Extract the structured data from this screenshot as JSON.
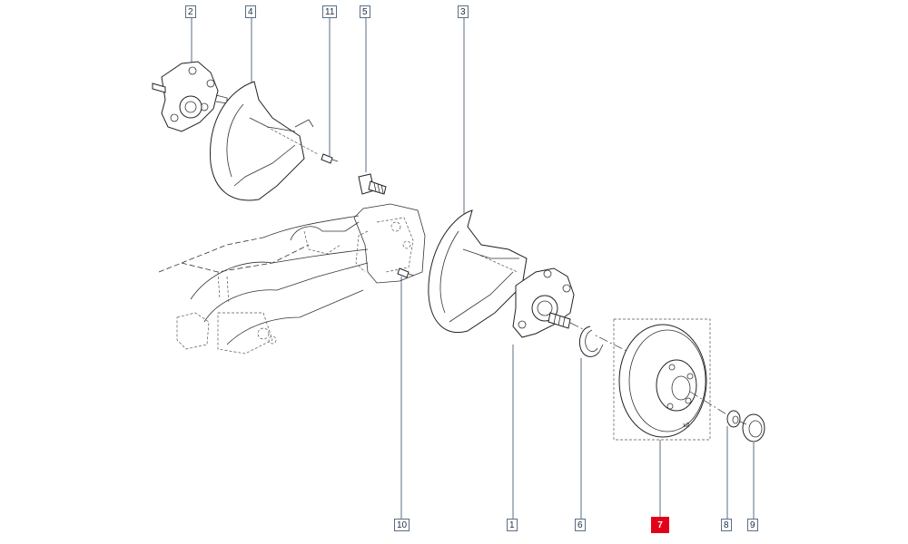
{
  "diagram": {
    "callouts": [
      {
        "id": "c2",
        "label": "2",
        "active": false
      },
      {
        "id": "c4",
        "label": "4",
        "active": false
      },
      {
        "id": "c11",
        "label": "11",
        "active": false
      },
      {
        "id": "c5",
        "label": "5",
        "active": false
      },
      {
        "id": "c3",
        "label": "3",
        "active": false
      },
      {
        "id": "c10",
        "label": "10",
        "active": false
      },
      {
        "id": "c1",
        "label": "1",
        "active": false
      },
      {
        "id": "c6",
        "label": "6",
        "active": false
      },
      {
        "id": "c7",
        "label": "7",
        "active": true
      },
      {
        "id": "c8",
        "label": "8",
        "active": false
      },
      {
        "id": "c9",
        "label": "9",
        "active": false
      }
    ],
    "quantity_note": "x2",
    "colors": {
      "highlight": "#e3001b",
      "callout_border": "#5a6e86"
    }
  }
}
